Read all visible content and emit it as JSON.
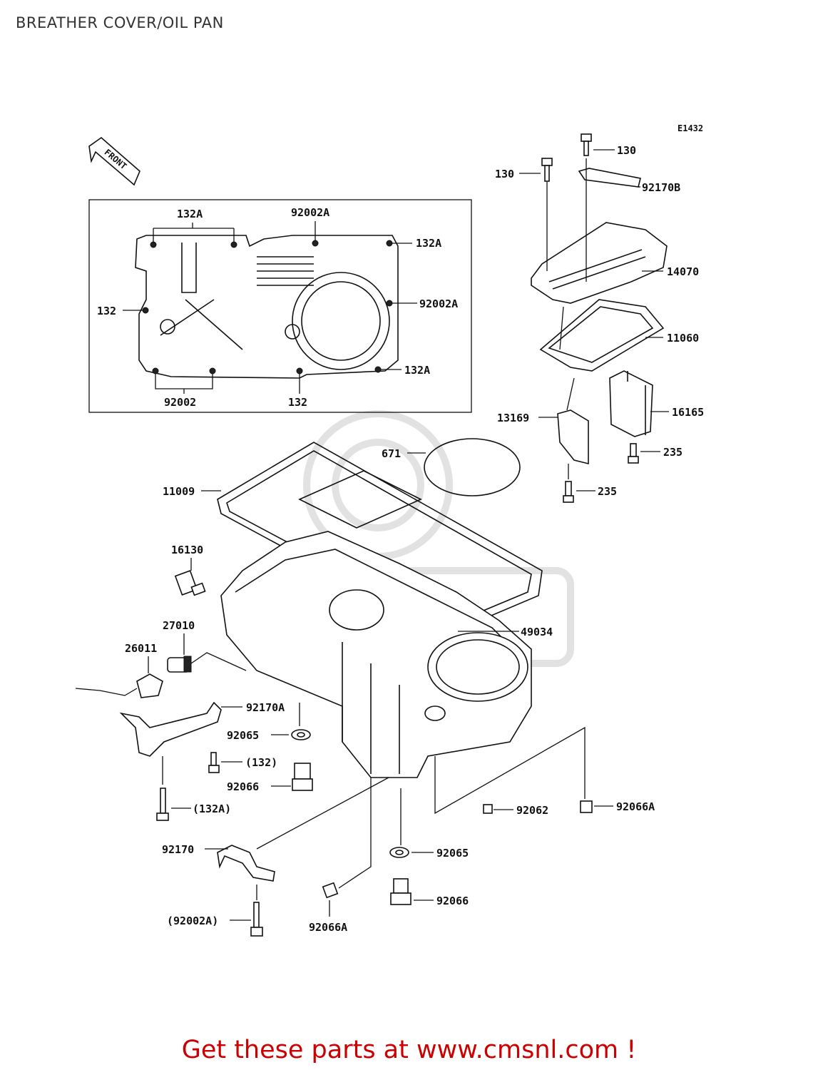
{
  "title": "BREATHER COVER/OIL PAN",
  "diagram_code": "E1432",
  "front_arrow_text": "FRONT",
  "footer": "Get these parts at www.cmsnl.com !",
  "parts": [
    {
      "id": "p130a",
      "label": "130"
    },
    {
      "id": "p130b",
      "label": "130"
    },
    {
      "id": "p92170B",
      "label": "92170B"
    },
    {
      "id": "p14070",
      "label": "14070"
    },
    {
      "id": "p11060",
      "label": "11060"
    },
    {
      "id": "p16165",
      "label": "16165"
    },
    {
      "id": "p13169",
      "label": "13169"
    },
    {
      "id": "p235a",
      "label": "235"
    },
    {
      "id": "p235b",
      "label": "235"
    },
    {
      "id": "p671",
      "label": "671"
    },
    {
      "id": "p11009",
      "label": "11009"
    },
    {
      "id": "p16130",
      "label": "16130"
    },
    {
      "id": "p27010",
      "label": "27010"
    },
    {
      "id": "p26011",
      "label": "26011"
    },
    {
      "id": "p49034",
      "label": "49034"
    },
    {
      "id": "p92170A",
      "label": "92170A"
    },
    {
      "id": "p92065a",
      "label": "92065"
    },
    {
      "id": "p132p",
      "label": "(132)"
    },
    {
      "id": "p92066a",
      "label": "92066"
    },
    {
      "id": "p132Ap",
      "label": "(132A)"
    },
    {
      "id": "p92062",
      "label": "92062"
    },
    {
      "id": "p92066A1",
      "label": "92066A"
    },
    {
      "id": "p92170",
      "label": "92170"
    },
    {
      "id": "p92065b",
      "label": "92065"
    },
    {
      "id": "p92066b",
      "label": "92066"
    },
    {
      "id": "p92002Ap",
      "label": "(92002A)"
    },
    {
      "id": "p92066A2",
      "label": "92066A"
    }
  ],
  "inset_parts": [
    {
      "id": "i132A1",
      "label": "132A"
    },
    {
      "id": "i92002A1",
      "label": "92002A"
    },
    {
      "id": "i132A2",
      "label": "132A"
    },
    {
      "id": "i132a",
      "label": "132"
    },
    {
      "id": "i92002A2",
      "label": "92002A"
    },
    {
      "id": "i132A3",
      "label": "132A"
    },
    {
      "id": "i92002",
      "label": "92002"
    },
    {
      "id": "i132b",
      "label": "132"
    }
  ]
}
